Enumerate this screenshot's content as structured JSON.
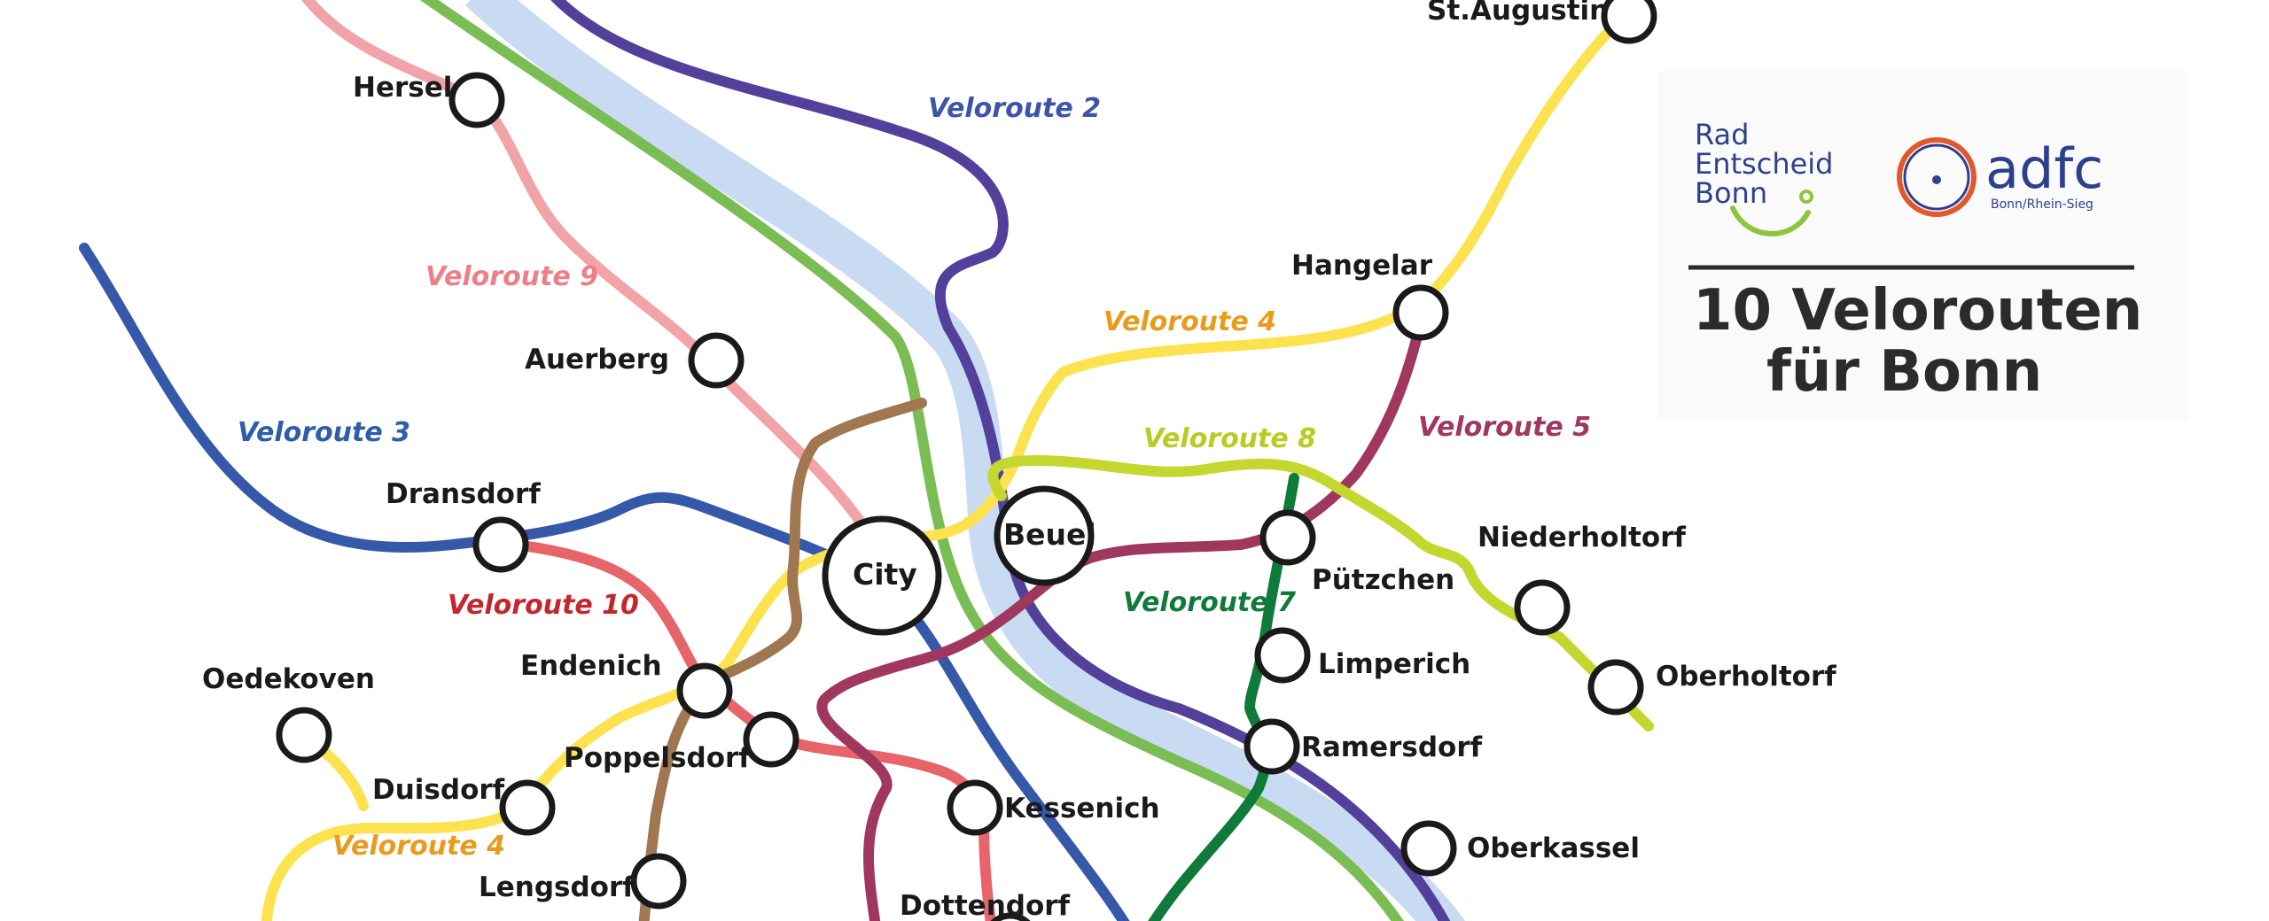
{
  "map": {
    "routes": [
      {
        "id": "route-2",
        "label": "Veloroute 2",
        "color": "#53409a"
      },
      {
        "id": "route-3",
        "label": "Veloroute 3",
        "color": "#3559a8"
      },
      {
        "id": "route-4",
        "label": "Veloroute 4",
        "color": "#fce24f"
      },
      {
        "id": "route-5",
        "label": "Veloroute 5",
        "color": "#a0375e"
      },
      {
        "id": "route-6",
        "label": "",
        "color": "#7bbd55"
      },
      {
        "id": "route-7",
        "label": "Veloroute 7",
        "color": "#0f7a3a"
      },
      {
        "id": "route-8",
        "label": "Veloroute 8",
        "color": "#c4d72e"
      },
      {
        "id": "route-9",
        "label": "Veloroute 9",
        "color": "#f2a3a7"
      },
      {
        "id": "route-10",
        "label": "Veloroute 10",
        "color": "#e8646b"
      },
      {
        "id": "route-brown",
        "label": "",
        "color": "#a07750"
      }
    ],
    "label_colors": {
      "route-2": "#3d55a8",
      "route-3": "#2f5ea8",
      "route-4": "#e89b1c",
      "route-5": "#a0375e",
      "route-7": "#0f7a3a",
      "route-8": "#b8cc22",
      "route-9": "#ef7f86",
      "route-10": "#c4262e"
    },
    "river_color": "#c9dbf3",
    "places": {
      "st_augustin": "St.Augustin",
      "hersel": "Hersel",
      "hangelar": "Hangelar",
      "auerberg": "Auerberg",
      "dransdorf": "Dransdorf",
      "city": "City",
      "beuel": "Beuel",
      "puetzchen": "Pützchen",
      "niederholtorf": "Niederholtorf",
      "oberholtorf": "Oberholtorf",
      "limperich": "Limperich",
      "ramersdorf": "Ramersdorf",
      "oedekoven": "Oedekoven",
      "endenich": "Endenich",
      "poppelsdorf": "Poppelsdorf",
      "kessenich": "Kessenich",
      "duisdorf": "Duisdorf",
      "lengsdorf": "Lengsdorf",
      "dottendorf": "Dottendorf",
      "oberkassel": "Oberkassel"
    }
  },
  "branding": {
    "radentscheid_lines": [
      "Rad",
      "Entscheid",
      "Bonn"
    ],
    "radentscheid_color": "#2e3f8f",
    "radentscheid_accent": "#8cc63e",
    "adfc_name": "adfc",
    "adfc_region": "Bonn/Rhein-Sieg",
    "adfc_blue": "#2e3f8f",
    "adfc_orange": "#e2582b",
    "title_line1": "10 Velorouten",
    "title_line2": "für Bonn"
  }
}
